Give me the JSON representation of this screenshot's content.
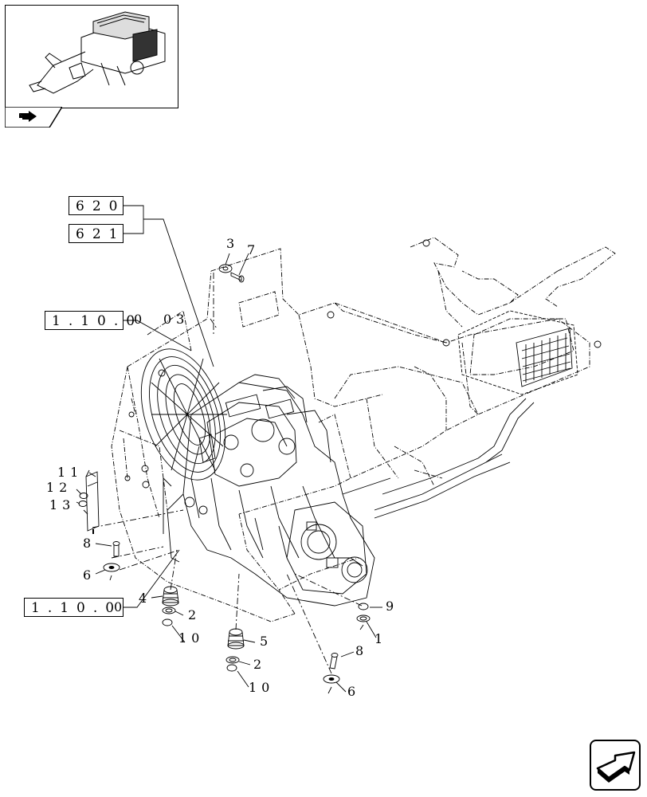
{
  "thumbnail": {
    "icon": "tractor-thumbnail-icon"
  },
  "nav_tab": {
    "icon": "arrow-back-icon"
  },
  "next_button": {
    "icon": "next-page-arrow-icon"
  },
  "ref_boxes": [
    {
      "id": "r620",
      "text": "620"
    },
    {
      "id": "r621",
      "text": "621"
    },
    {
      "id": "r110a",
      "text": "1.10.0"
    },
    {
      "id": "r110b",
      "text": "1.10.0"
    }
  ],
  "ref_suffixes": {
    "r110a": "03",
    "r110b": "0"
  },
  "callouts": [
    {
      "id": "c3",
      "text": "3"
    },
    {
      "id": "c7",
      "text": "7"
    },
    {
      "id": "c11",
      "text": "11"
    },
    {
      "id": "c12",
      "text": "12"
    },
    {
      "id": "c13",
      "text": "13"
    },
    {
      "id": "c8a",
      "text": "8"
    },
    {
      "id": "c6a",
      "text": "6"
    },
    {
      "id": "c4",
      "text": "4"
    },
    {
      "id": "c2a",
      "text": "2"
    },
    {
      "id": "c10a",
      "text": "10"
    },
    {
      "id": "c9",
      "text": "9"
    },
    {
      "id": "c1",
      "text": "1"
    },
    {
      "id": "c5",
      "text": "5"
    },
    {
      "id": "c2b",
      "text": "2"
    },
    {
      "id": "c10b",
      "text": "10"
    },
    {
      "id": "c8b",
      "text": "8"
    },
    {
      "id": "c6b",
      "text": "6"
    }
  ]
}
